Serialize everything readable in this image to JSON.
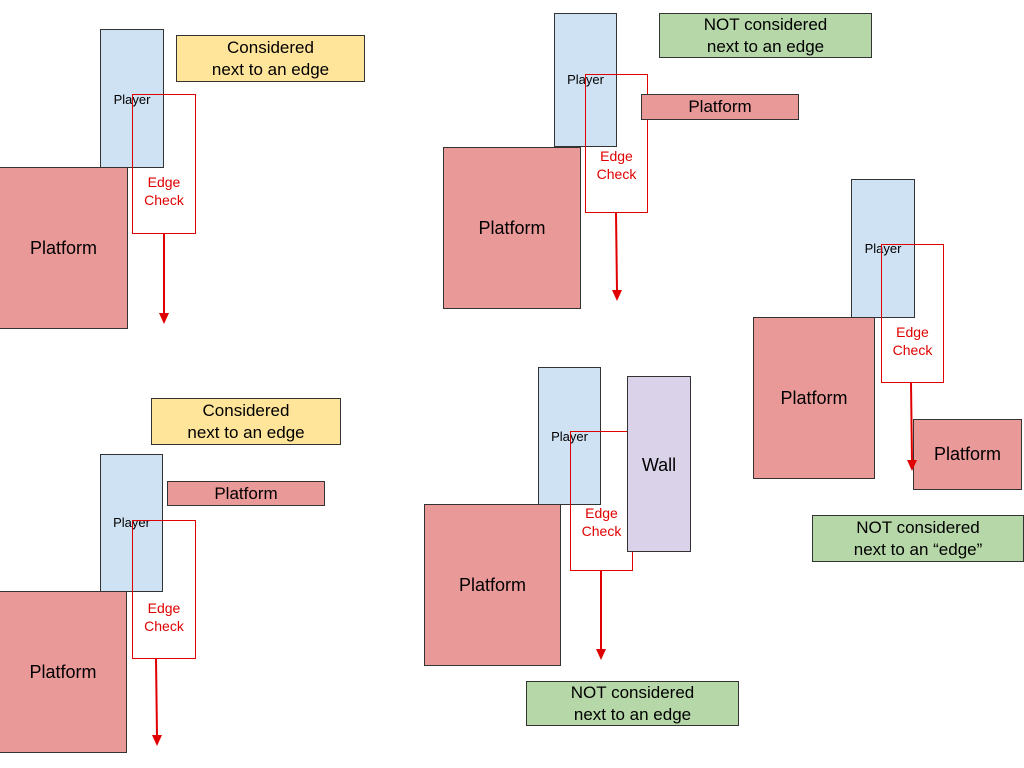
{
  "labels": {
    "platform": "Platform",
    "player": "Player",
    "wall": "Wall",
    "edge_check": "Edge\nCheck",
    "considered": "Considered\nnext to an edge",
    "not_considered": "NOT considered\nnext to an edge",
    "not_considered_quoted": "NOT considered\nnext to an “edge”"
  },
  "colors": {
    "platform": "#ea9999",
    "player": "#cfe2f3",
    "wall": "#d9d2e9",
    "considered_note": "#ffe599",
    "not_considered_note": "#b6d7a8",
    "edge_check": "#e00000"
  }
}
